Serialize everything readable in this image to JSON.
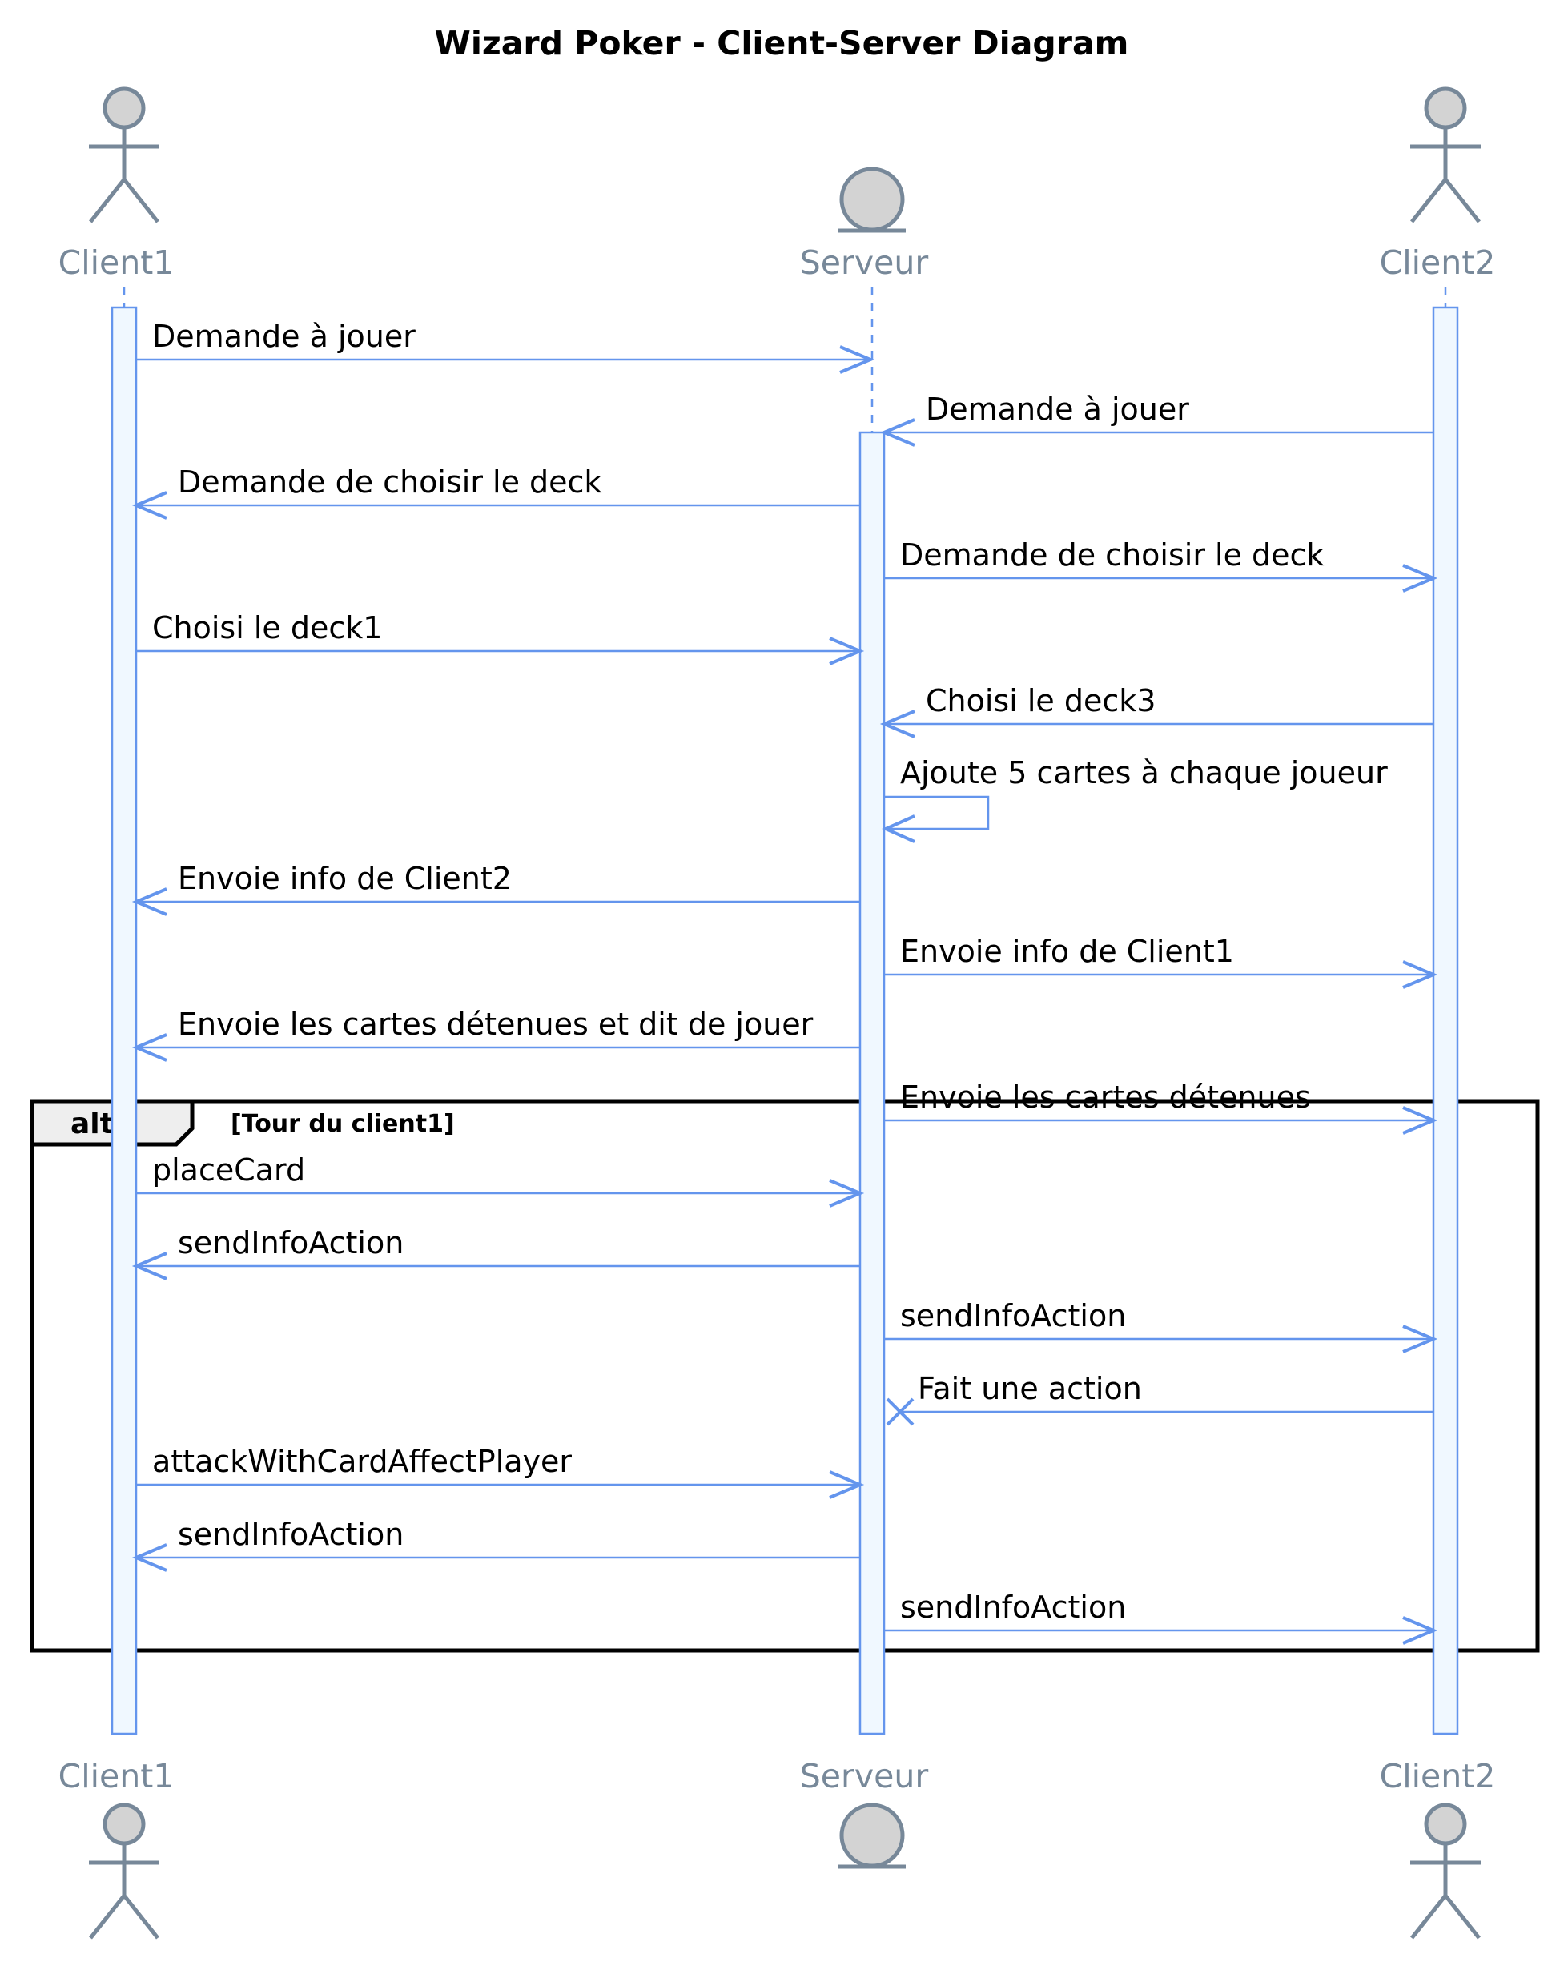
{
  "title": "Wizard Poker - Client-Server Diagram",
  "colors": {
    "line": "#6495ED",
    "activation_fill": "#F0F8FF",
    "actor_fill": "#D3D3D3",
    "actor_stroke": "#778899",
    "participant_text": "#778899",
    "text": "#000000",
    "alt_header_fill": "#EEEEEE"
  },
  "participants": [
    {
      "id": "client1",
      "label": "Client1",
      "kind": "actor"
    },
    {
      "id": "serveur",
      "label": "Serveur",
      "kind": "entity"
    },
    {
      "id": "client2",
      "label": "Client2",
      "kind": "actor"
    }
  ],
  "messages": [
    {
      "from": "client1",
      "to": "serveur",
      "label": "Demande à jouer",
      "end": "arrow"
    },
    {
      "from": "client2",
      "to": "serveur",
      "label": "Demande à jouer",
      "end": "arrow"
    },
    {
      "from": "serveur",
      "to": "client1",
      "label": "Demande de choisir le deck",
      "end": "arrow"
    },
    {
      "from": "serveur",
      "to": "client2",
      "label": "Demande de choisir le deck",
      "end": "arrow"
    },
    {
      "from": "client1",
      "to": "serveur",
      "label": "Choisi le deck1",
      "end": "arrow"
    },
    {
      "from": "client2",
      "to": "serveur",
      "label": "Choisi le deck3",
      "end": "arrow"
    },
    {
      "from": "serveur",
      "to": "serveur",
      "label": "Ajoute 5 cartes à chaque joueur",
      "end": "arrow"
    },
    {
      "from": "serveur",
      "to": "client1",
      "label": "Envoie info de Client2",
      "end": "arrow"
    },
    {
      "from": "serveur",
      "to": "client2",
      "label": "Envoie info de Client1",
      "end": "arrow"
    },
    {
      "from": "serveur",
      "to": "client1",
      "label": "Envoie les cartes détenues et dit de jouer",
      "end": "arrow"
    },
    {
      "from": "serveur",
      "to": "client2",
      "label": "Envoie les cartes détenues",
      "end": "arrow"
    },
    {
      "from": "client1",
      "to": "serveur",
      "label": "placeCard",
      "end": "arrow"
    },
    {
      "from": "serveur",
      "to": "client1",
      "label": "sendInfoAction",
      "end": "arrow"
    },
    {
      "from": "serveur",
      "to": "client2",
      "label": "sendInfoAction",
      "end": "arrow"
    },
    {
      "from": "client2",
      "to": "serveur",
      "label": "Fait une action",
      "end": "cross"
    },
    {
      "from": "client1",
      "to": "serveur",
      "label": "attackWithCardAffectPlayer",
      "end": "arrow"
    },
    {
      "from": "serveur",
      "to": "client1",
      "label": "sendInfoAction",
      "end": "arrow"
    },
    {
      "from": "serveur",
      "to": "client2",
      "label": "sendInfoAction",
      "end": "arrow"
    }
  ],
  "fragment": {
    "operator": "alt",
    "guard": "[Tour du client1]",
    "first_message": 11,
    "last_message": 17
  }
}
